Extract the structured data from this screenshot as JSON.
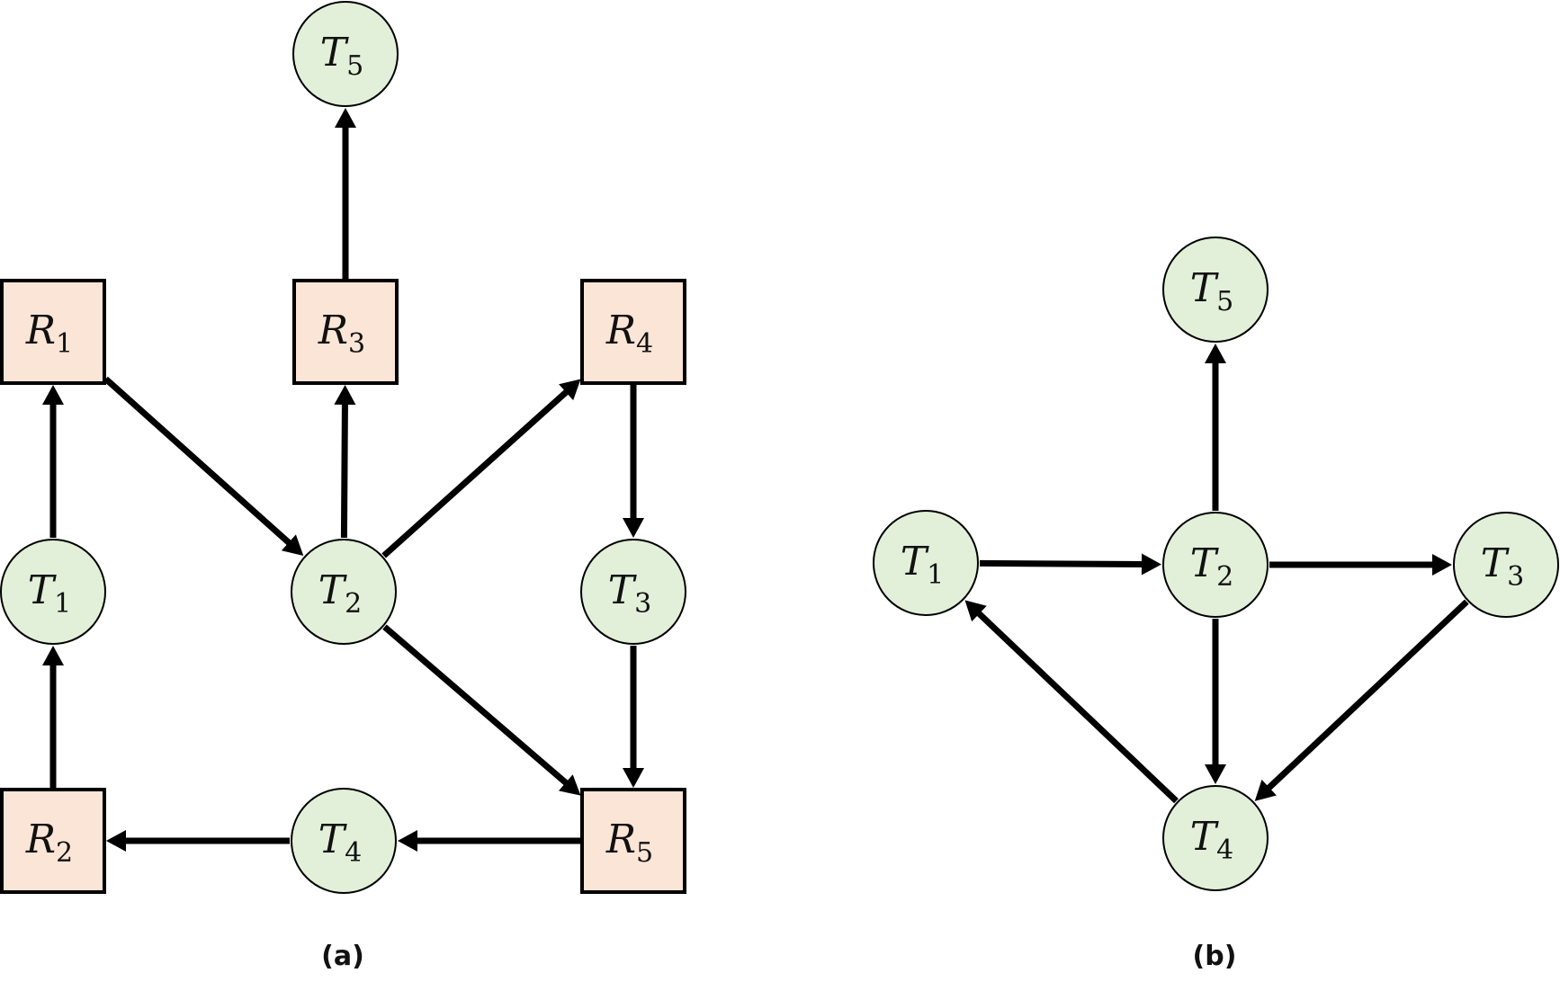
{
  "colors": {
    "task_fill": "#e2f0d9",
    "resource_fill": "#fbe5d6",
    "stroke": "#000000"
  },
  "panels": [
    {
      "id": "a",
      "caption": "(a)",
      "nodes": [
        {
          "id": "T5",
          "kind": "task",
          "letter": "T",
          "sub": "5"
        },
        {
          "id": "R1",
          "kind": "resource",
          "letter": "R",
          "sub": "1"
        },
        {
          "id": "R3",
          "kind": "resource",
          "letter": "R",
          "sub": "3"
        },
        {
          "id": "R4",
          "kind": "resource",
          "letter": "R",
          "sub": "4"
        },
        {
          "id": "T1",
          "kind": "task",
          "letter": "T",
          "sub": "1"
        },
        {
          "id": "T2",
          "kind": "task",
          "letter": "T",
          "sub": "2"
        },
        {
          "id": "T3",
          "kind": "task",
          "letter": "T",
          "sub": "3"
        },
        {
          "id": "R2",
          "kind": "resource",
          "letter": "R",
          "sub": "2"
        },
        {
          "id": "T4",
          "kind": "task",
          "letter": "T",
          "sub": "4"
        },
        {
          "id": "R5",
          "kind": "resource",
          "letter": "R",
          "sub": "5"
        }
      ],
      "edges": [
        {
          "from": "R3",
          "to": "T5"
        },
        {
          "from": "T1",
          "to": "R1"
        },
        {
          "from": "R1",
          "to": "T2"
        },
        {
          "from": "T2",
          "to": "R3"
        },
        {
          "from": "T2",
          "to": "R4"
        },
        {
          "from": "R4",
          "to": "T3"
        },
        {
          "from": "T2",
          "to": "R5"
        },
        {
          "from": "T3",
          "to": "R5"
        },
        {
          "from": "R2",
          "to": "T1"
        },
        {
          "from": "T4",
          "to": "R2"
        },
        {
          "from": "R5",
          "to": "T4"
        }
      ]
    },
    {
      "id": "b",
      "caption": "(b)",
      "nodes": [
        {
          "id": "T5",
          "kind": "task",
          "letter": "T",
          "sub": "5"
        },
        {
          "id": "T1",
          "kind": "task",
          "letter": "T",
          "sub": "1"
        },
        {
          "id": "T2",
          "kind": "task",
          "letter": "T",
          "sub": "2"
        },
        {
          "id": "T3",
          "kind": "task",
          "letter": "T",
          "sub": "3"
        },
        {
          "id": "T4",
          "kind": "task",
          "letter": "T",
          "sub": "4"
        }
      ],
      "edges": [
        {
          "from": "T2",
          "to": "T5"
        },
        {
          "from": "T1",
          "to": "T2"
        },
        {
          "from": "T2",
          "to": "T3"
        },
        {
          "from": "T2",
          "to": "T4"
        },
        {
          "from": "T3",
          "to": "T4"
        },
        {
          "from": "T4",
          "to": "T1"
        }
      ]
    }
  ]
}
